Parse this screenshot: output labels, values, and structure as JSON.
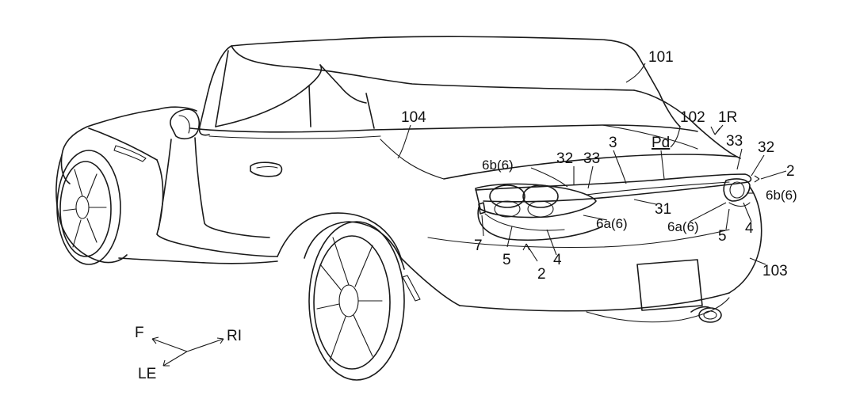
{
  "labels": {
    "l101": "101",
    "l102": "102",
    "l1R": "1R",
    "l104": "104",
    "l3": "3",
    "lPd": "Pd",
    "l33a": "33",
    "l32a": "32",
    "l33b": "33",
    "l32b": "32",
    "l2a": "2",
    "l6b6a": "6b(6)",
    "l6b6b": "6b(6)",
    "l31": "31",
    "l6a6a": "6a(6)",
    "l6a6b": "6a(6)",
    "l5a": "5",
    "l4a": "4",
    "l7": "7",
    "l5b": "5",
    "l4b": "4",
    "l2b": "2",
    "l103": "103"
  },
  "axes": {
    "front": "F",
    "right": "RI",
    "left": "LE"
  }
}
